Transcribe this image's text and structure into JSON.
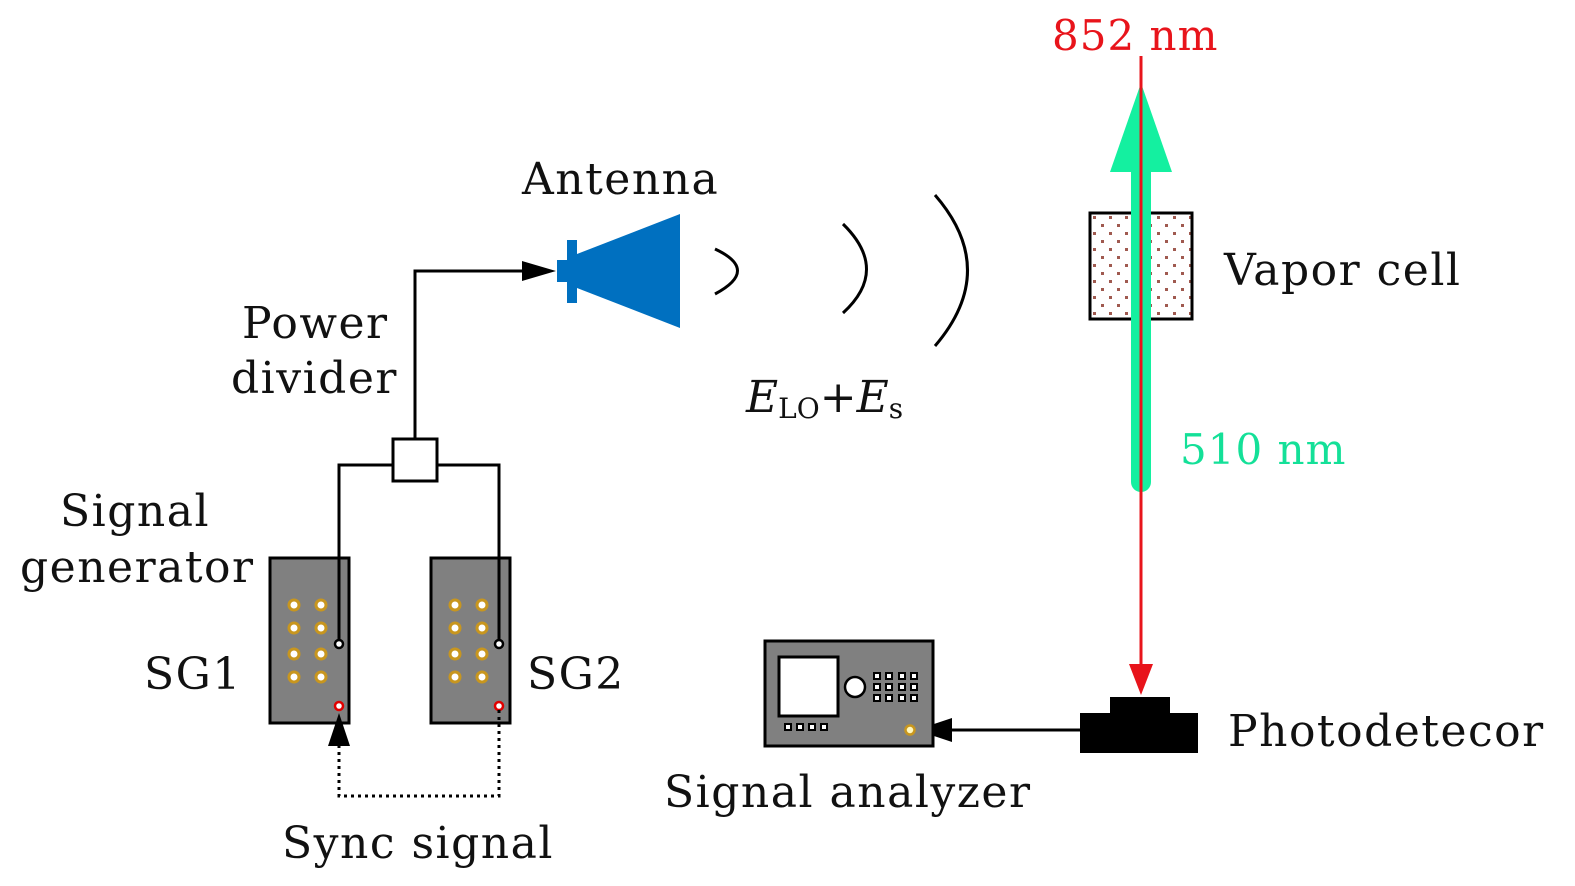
{
  "labels": {
    "laser_852": "852 nm",
    "laser_510": "510 nm",
    "antenna": "Antenna",
    "vapor_cell": "Vapor cell",
    "power_divider_line1": "Power",
    "power_divider_line2": "divider",
    "field_E1": "E",
    "field_sub1": "LO",
    "field_plus": "+",
    "field_E2": "E",
    "field_sub2": "s",
    "signal_generator_line1": "Signal",
    "signal_generator_line2": "generator",
    "sg1": "SG1",
    "sg2": "SG2",
    "sync_signal": "Sync signal",
    "signal_analyzer": "Signal analyzer",
    "photodetector": "Photodetecor"
  },
  "colors": {
    "probe_red": "#e8141b",
    "coupling_green": "#14f0a0",
    "antenna_blue": "#0070c0",
    "instrument_gray": "#808080",
    "connector_gold": "#c8961e",
    "sync_red": "#e00000",
    "cell_dots": "#a05a50"
  }
}
